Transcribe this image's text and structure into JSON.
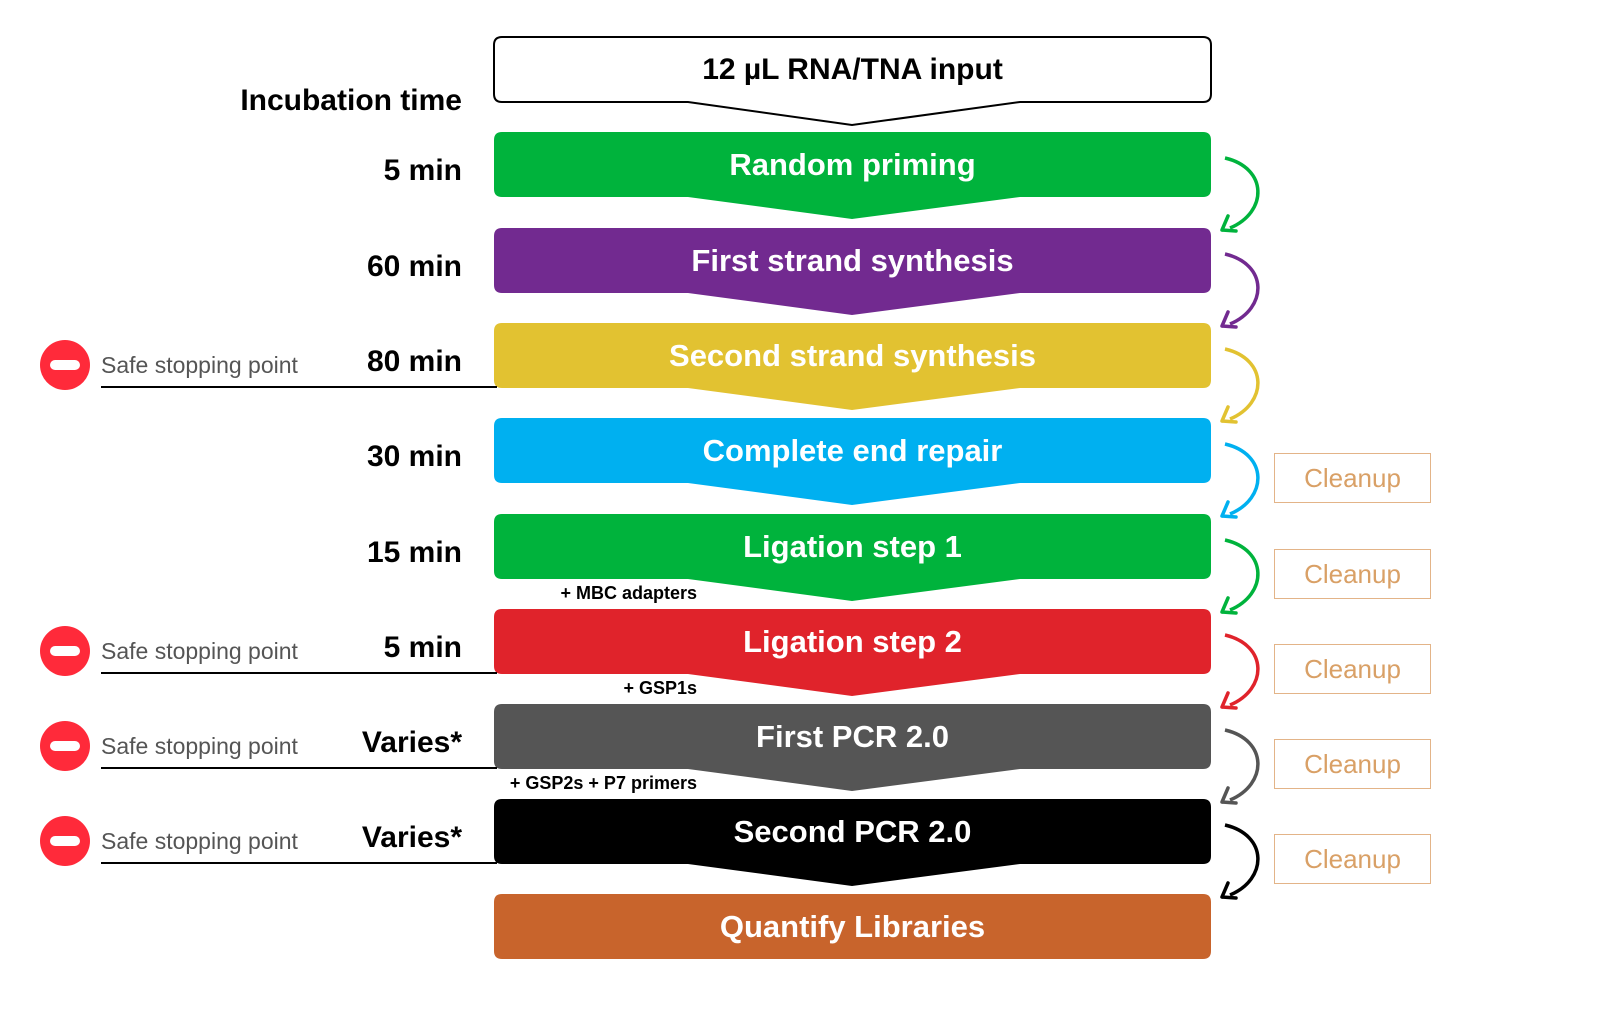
{
  "header": {
    "incubation_label": "Incubation time"
  },
  "input": {
    "label": "12 µL RNA/TNA input"
  },
  "steps": [
    {
      "label": "Random priming",
      "time": "5 min",
      "color": "#00b33c"
    },
    {
      "label": "First strand synthesis",
      "time": "60 min",
      "color": "#722a90"
    },
    {
      "label": "Second strand synthesis",
      "time": "80 min",
      "color": "#e2c231",
      "safe_stop": "Safe stopping point"
    },
    {
      "label": "Complete end repair",
      "time": "30 min",
      "color": "#00b0f0",
      "cleanup": "Cleanup"
    },
    {
      "label": "Ligation step 1",
      "time": "15 min",
      "color": "#00b33c",
      "cleanup": "Cleanup",
      "note": "+ MBC adapters"
    },
    {
      "label": "Ligation step 2",
      "time": "5 min",
      "color": "#e0232b",
      "cleanup": "Cleanup",
      "note": "+ GSP1s",
      "safe_stop": "Safe stopping point"
    },
    {
      "label": "First PCR 2.0",
      "time": "Varies*",
      "color": "#555555",
      "cleanup": "Cleanup",
      "note": "+ GSP2s + P7 primers",
      "safe_stop": "Safe stopping point"
    },
    {
      "label": "Second PCR 2.0",
      "time": "Varies*",
      "color": "#000000",
      "cleanup": "Cleanup",
      "safe_stop": "Safe stopping point"
    },
    {
      "label": "Quantify Libraries",
      "color": "#c8642c"
    }
  ],
  "colors": {
    "stop_icon": "#ff2a3a",
    "cleanup_text": "#d9a066"
  }
}
